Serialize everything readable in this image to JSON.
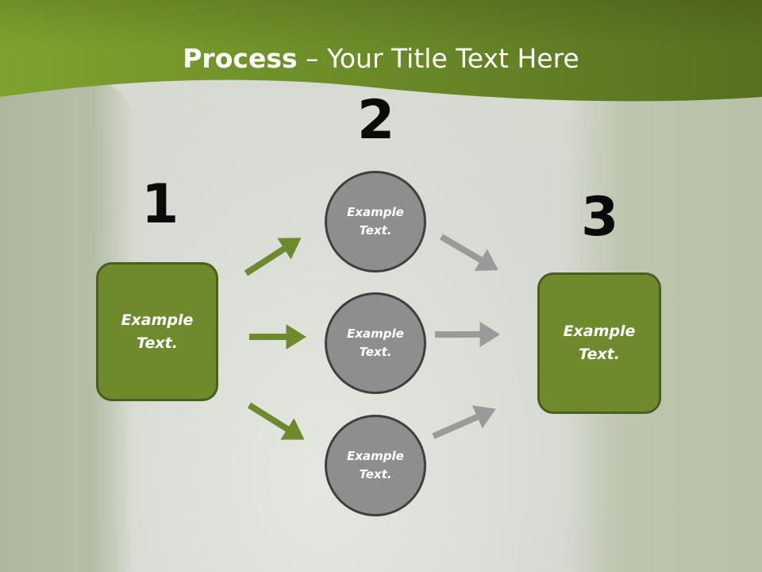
{
  "slide": {
    "title_bold": "Process",
    "title_rest": " – Your Title Text Here",
    "colors": {
      "header_green": "#6b8a2a",
      "box_green": "#6f8a2d",
      "box_border": "#4a5f1c",
      "circle_gray": "#8e8e8e",
      "arrow_green": "#6f8a2d",
      "arrow_gray": "#9a9a9a"
    }
  },
  "steps": {
    "one": {
      "number": "1",
      "text": "Example\nText."
    },
    "two": {
      "number": "2",
      "items": [
        {
          "text": "Example\nText."
        },
        {
          "text": "Example\nText."
        },
        {
          "text": "Example\nText."
        }
      ]
    },
    "three": {
      "number": "3",
      "text": "Example\nText."
    }
  }
}
